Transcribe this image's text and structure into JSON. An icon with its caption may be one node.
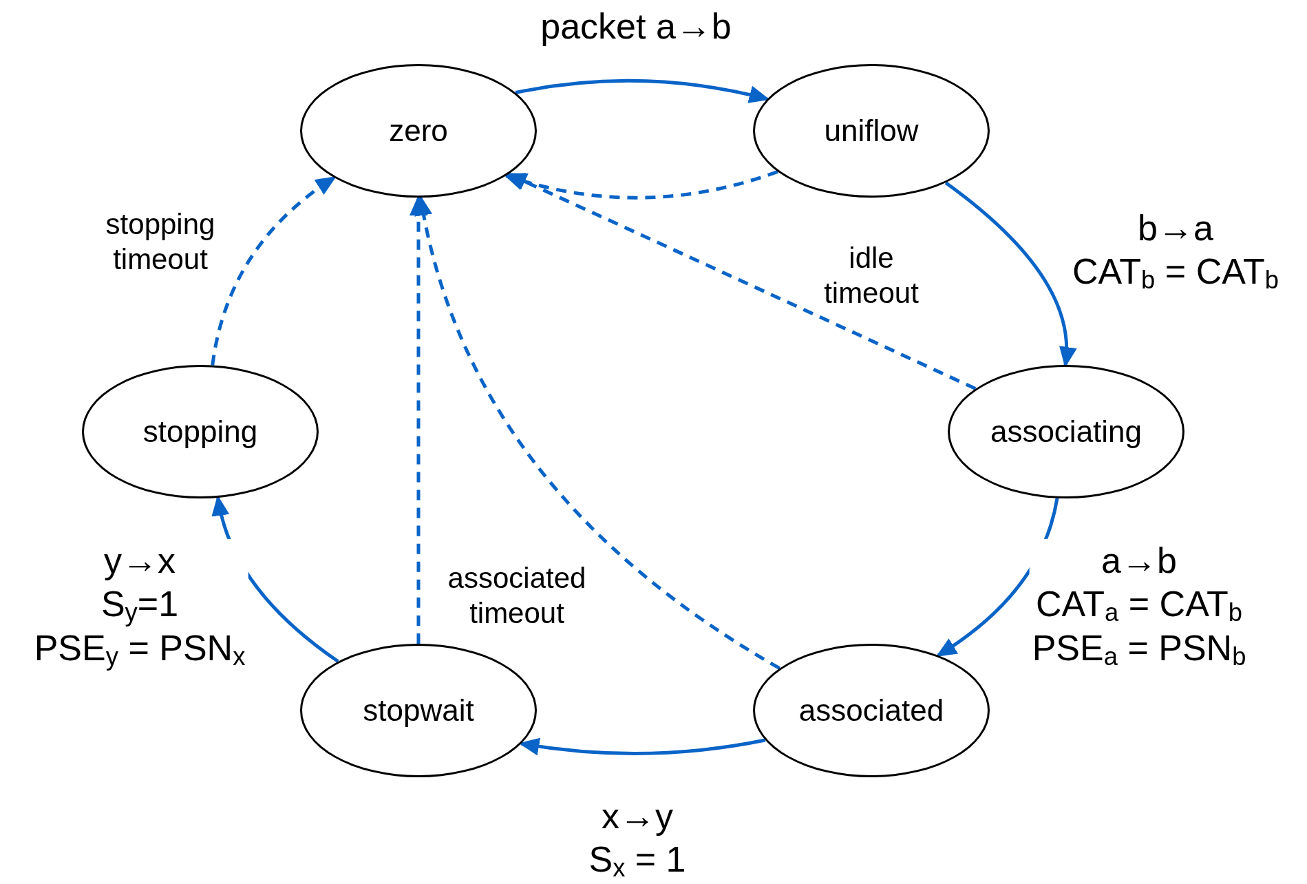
{
  "diagram": {
    "nodes": [
      {
        "text": [
          "zero"
        ]
      },
      {
        "text": [
          "uniflow"
        ]
      },
      {
        "text": [
          "associating"
        ]
      },
      {
        "text": [
          "associated"
        ]
      },
      {
        "text": [
          "stopwait"
        ]
      },
      {
        "text": [
          "stopping"
        ]
      }
    ],
    "edges": [
      {
        "from": 0,
        "to": 1,
        "arrow": "to",
        "label": "packet a→b"
      },
      {
        "from": 1,
        "to": 0,
        "arrow": "to",
        "style": "dashed"
      },
      {
        "from": 1,
        "to": 2,
        "arrow": "to",
        "label": "b→a CAT$_{b}$ = CAT$_{b}$"
      },
      {
        "from": 2,
        "to": 0,
        "arrow": "to",
        "style": "dashed",
        "label": "idle timeout"
      },
      {
        "from": 2,
        "to": 3,
        "arrow": "to",
        "label": "a→b CAT$_{a}$ = CAT$_{b}$ PSE$_{a}$ = PSN$_{b}$"
      },
      {
        "from": 3,
        "to": 0,
        "arrow": "to",
        "style": "dashed"
      },
      {
        "from": 3,
        "to": 4,
        "arrow": "to",
        "label": "x→y S$_{x}$ = 1"
      },
      {
        "from": 4,
        "to": 0,
        "arrow": "to",
        "style": "dashed",
        "label": "associated timeout"
      },
      {
        "from": 4,
        "to": 5,
        "arrow": "to",
        "label": "y→x S$_{y}$=1 PSE$_{y}$ = PSN$_{x}$"
      },
      {
        "from": 5,
        "to": 0,
        "arrow": "to",
        "style": "dashed",
        "label": "stopping timeout"
      }
    ]
  }
}
